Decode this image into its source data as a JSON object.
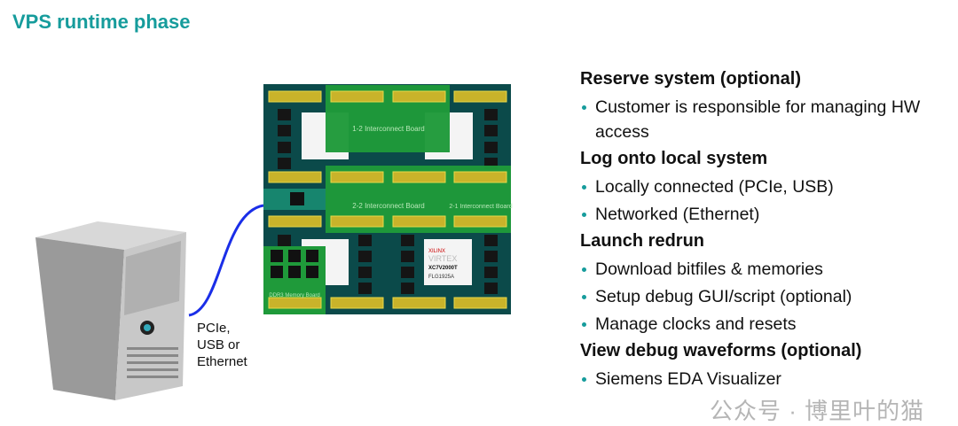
{
  "title": "VPS runtime phase",
  "cable_label": [
    "PCIe,",
    "USB or",
    "Ethernet"
  ],
  "board": {
    "boards": [
      "1-2 Interconnect Board",
      "2-2 Interconnect Board",
      "2-1 Interconnect Board",
      "DDR3 Memory Board"
    ],
    "chip_labels": [
      "XILINX",
      "VIRTEX",
      "XC7V2000T",
      "FLG1925A"
    ]
  },
  "sections": [
    {
      "heading": "Reserve system (optional)",
      "bullets": [
        "Customer is responsible for managing HW access"
      ]
    },
    {
      "heading": "Log onto local system",
      "bullets": [
        "Locally connected (PCIe, USB)",
        "Networked (Ethernet)"
      ]
    },
    {
      "heading": "Launch redrun",
      "bullets": [
        "Download bitfiles & memories",
        "Setup debug GUI/script (optional)",
        "Manage clocks and resets"
      ]
    },
    {
      "heading": "View debug waveforms (optional)",
      "bullets": [
        "Siemens EDA Visualizer"
      ]
    }
  ],
  "watermark": "公众号 · 博里叶的猫",
  "colors": {
    "accent": "#169c9c",
    "board_dark": "#0b4a4a",
    "board_green": "#1f9a3a",
    "connector": "#c9b32a",
    "cable": "#1a2ee8"
  }
}
